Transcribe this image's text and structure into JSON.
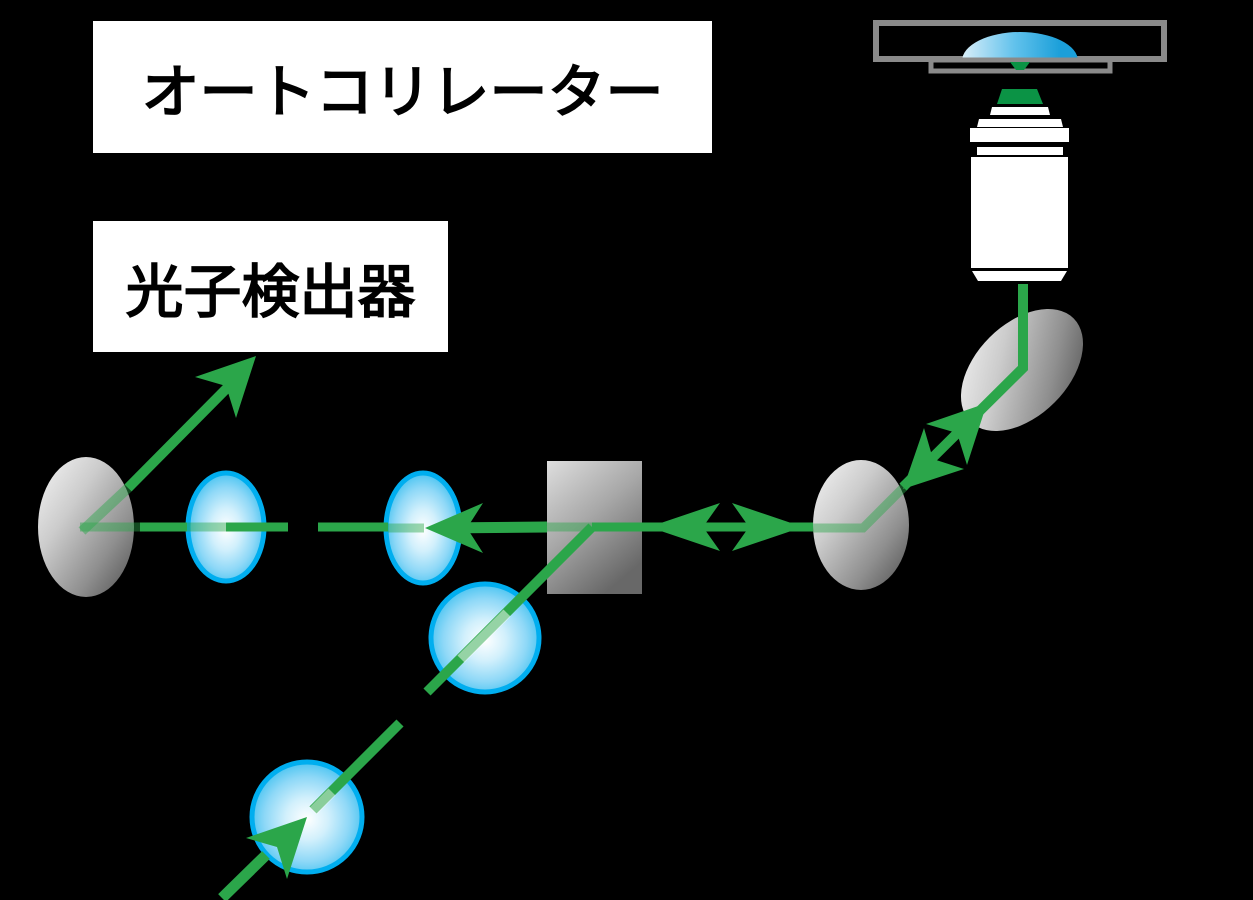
{
  "title": "optical setup diagram",
  "labels": {
    "autocorrelator": "オートコリレーター",
    "photon_detector": "光子検出器"
  },
  "colors": {
    "background": "#000000",
    "beam_green": "#2BA64A",
    "objective_front_lens_green": "#0B9345",
    "lens_border_blue": "#00AEEF",
    "specimen_blue": "#29ABE2",
    "stage_gray": "#8A8A8A",
    "label_background": "#FFFFFF",
    "label_text": "#000000"
  },
  "components": [
    {
      "name": "autocorrelator-label",
      "type": "text-box"
    },
    {
      "name": "photon-detector-label",
      "type": "text-box"
    },
    {
      "name": "sample-stage",
      "type": "specimen holder with blue sample drop and slide"
    },
    {
      "name": "objective-lens",
      "type": "microscope objective with green front lens"
    },
    {
      "name": "tilted-mirror",
      "type": "rotated gray elliptical mirror"
    },
    {
      "name": "right-mirror",
      "type": "gray elliptical mirror"
    },
    {
      "name": "left-mirror",
      "type": "gray elliptical mirror"
    },
    {
      "name": "beamsplitter",
      "type": "gray cube"
    },
    {
      "name": "lens-1",
      "type": "blue lens"
    },
    {
      "name": "lens-2",
      "type": "blue lens"
    },
    {
      "name": "lens-3",
      "type": "blue round lens"
    },
    {
      "name": "lens-4",
      "type": "blue round lens"
    },
    {
      "name": "laser-beam",
      "type": "green beam path with double-headed arrows"
    }
  ]
}
